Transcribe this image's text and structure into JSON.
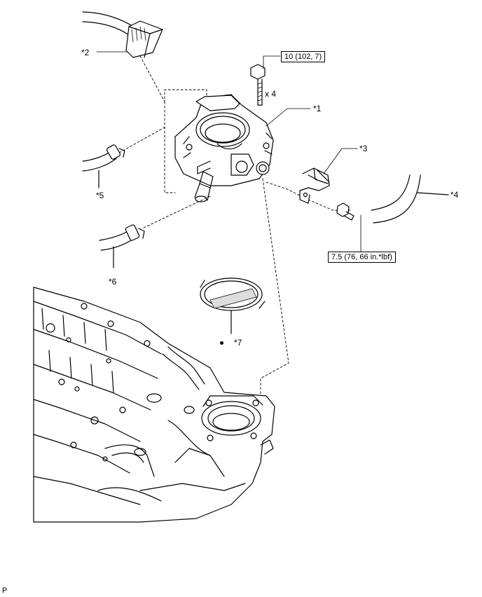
{
  "callouts": {
    "c1": "*1",
    "c2": "*2",
    "c3": "*3",
    "c4": "*4",
    "c5": "*5",
    "c6": "*6",
    "c7": "*7"
  },
  "torque": {
    "bolt_upper": "10 (102, 7)",
    "bolt_lower": "7.5 (76, 66 in.*lbf)"
  },
  "quantity": "x 4",
  "corner_mark": "P",
  "colors": {
    "line": "#000000",
    "background": "#ffffff"
  }
}
